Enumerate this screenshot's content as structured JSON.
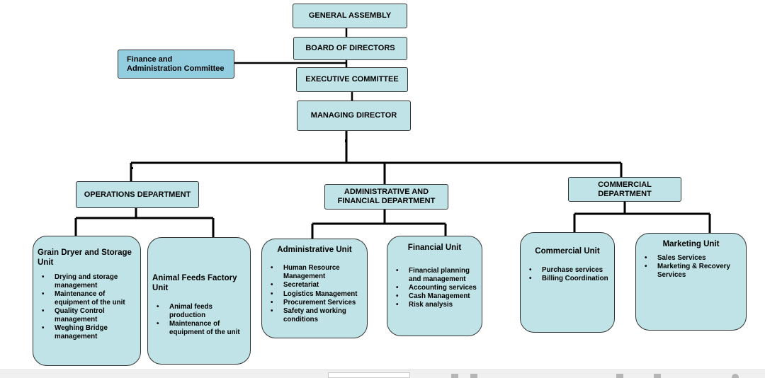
{
  "top": {
    "general_assembly": "GENERAL ASSEMBLY",
    "board_of_directors": "BOARD OF DIRECTORS",
    "finance_committee": "Finance and Administration Committee",
    "executive_committee": "EXECUTIVE COMMITTEE",
    "managing_director": "MANAGING DIRECTOR"
  },
  "departments": {
    "operations": "OPERATIONS DEPARTMENT",
    "admin_financial": "ADMINISTRATIVE AND FINANCIAL DEPARTMENT",
    "commercial": "COMMERCIAL DEPARTMENT"
  },
  "units": {
    "grain_dryer": {
      "title": "Grain Dryer and Storage Unit",
      "items": [
        "Drying and storage management",
        "Maintenance of equipment of the unit",
        "Quality Control management",
        "Weghing Bridge management"
      ]
    },
    "animal_feeds": {
      "title": "Animal Feeds Factory Unit",
      "items": [
        "Animal feeds production",
        "Maintenance of equipment of the unit"
      ]
    },
    "administrative": {
      "title": "Administrative Unit",
      "items": [
        "Human Resource Management",
        "Secretariat",
        "Logistics Management",
        "Procurement Services",
        "Safety and working conditions"
      ]
    },
    "financial": {
      "title": "Financial Unit",
      "items": [
        "Financial planning and management",
        "Accounting services",
        "Cash Management",
        "Risk analysis"
      ]
    },
    "commercial": {
      "title": "Commercial Unit",
      "items": [
        "Purchase services",
        "Billing Coordination"
      ]
    },
    "marketing": {
      "title": "Marketing Unit",
      "items": [
        "Sales Services",
        "Marketing & Recovery Services"
      ]
    }
  }
}
